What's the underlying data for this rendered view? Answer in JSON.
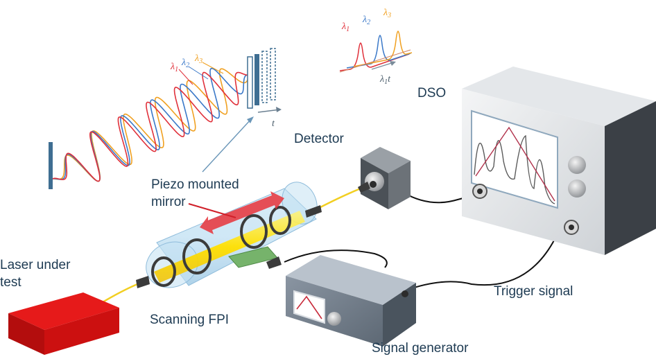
{
  "labels": {
    "laser": [
      "Laser under",
      "test"
    ],
    "fpi": "Scanning FPI",
    "piezo": [
      "Piezo mounted",
      "mirror"
    ],
    "detector": "Detector",
    "dso": "DSO",
    "trigger": "Trigger signal",
    "siggen": "Signal generator"
  },
  "wavelengths": [
    {
      "symbol": "λ",
      "sub": "1",
      "color": "#e0303a"
    },
    {
      "symbol": "λ",
      "sub": "2",
      "color": "#3a78c8"
    },
    {
      "symbol": "λ",
      "sub": "3",
      "color": "#f0a020"
    }
  ],
  "time_axis": {
    "wave_label": "t",
    "spectrum_label": "t",
    "spectrum_prefix": "λ",
    "spectrum_sub": "1"
  },
  "icons": [
    "laser-box-icon",
    "fpi-cylinder-icon",
    "mirror-icon",
    "detector-icon",
    "oscilloscope-icon",
    "signal-generator-icon",
    "fiber-connector-icon"
  ]
}
